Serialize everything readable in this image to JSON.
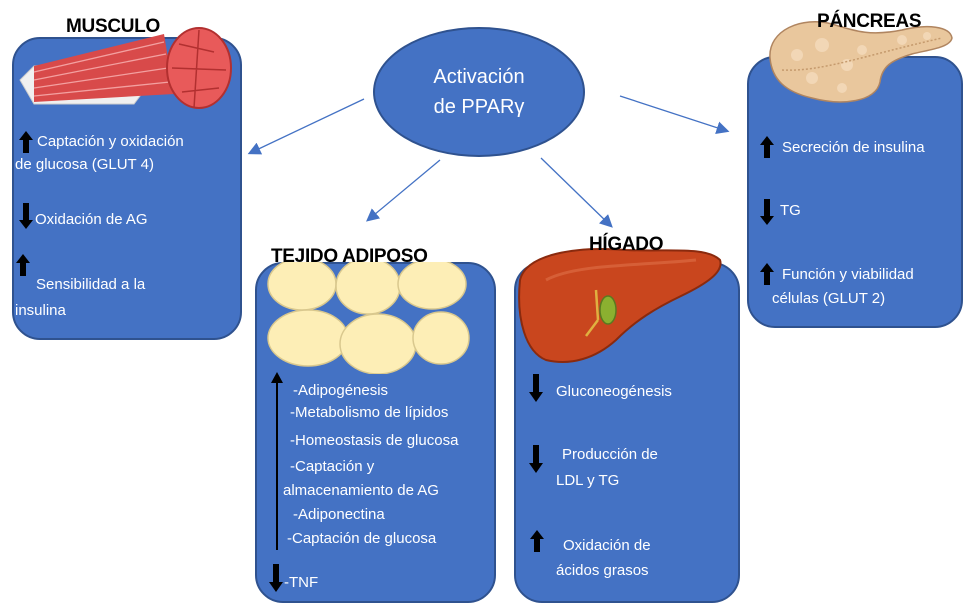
{
  "center": {
    "line1": "Activación",
    "line2": "de PPARγ"
  },
  "musculo": {
    "title": "MUSCULO",
    "items": [
      {
        "dir": "up",
        "lines": [
          "Captación y oxidación",
          "de glucosa (GLUT 4)"
        ]
      },
      {
        "dir": "down",
        "lines": [
          "Oxidación de AG"
        ]
      },
      {
        "dir": "up",
        "lines": [
          "Sensibilidad a la",
          "insulina"
        ]
      }
    ]
  },
  "pancreas": {
    "title": "PÁNCREAS",
    "items": [
      {
        "dir": "up",
        "lines": [
          "Secreción de insulina"
        ]
      },
      {
        "dir": "down",
        "lines": [
          "TG"
        ]
      },
      {
        "dir": "up",
        "lines": [
          "Función y viabilidad",
          "células (GLUT 2)"
        ]
      }
    ]
  },
  "adiposo": {
    "title": "TEJIDO ADIPOSO",
    "up_items": [
      "-Adipogénesis",
      "-Metabolismo de lípidos",
      "-Homeostasis de glucosa",
      "-Captación y",
      "almacenamiento de AG",
      "-Adiponectina",
      "-Captación de glucosa"
    ],
    "down_items": [
      "-TNF"
    ]
  },
  "higado": {
    "title": "HÍGADO",
    "items": [
      {
        "dir": "down",
        "lines": [
          "Gluconeogénesis"
        ]
      },
      {
        "dir": "down",
        "lines": [
          "Producción de",
          "LDL y TG"
        ]
      },
      {
        "dir": "up",
        "lines": [
          "Oxidación de",
          "ácidos grasos"
        ]
      }
    ]
  },
  "colors": {
    "box": "#4472c4",
    "border": "#2f528f",
    "connector": "#4472c4"
  }
}
